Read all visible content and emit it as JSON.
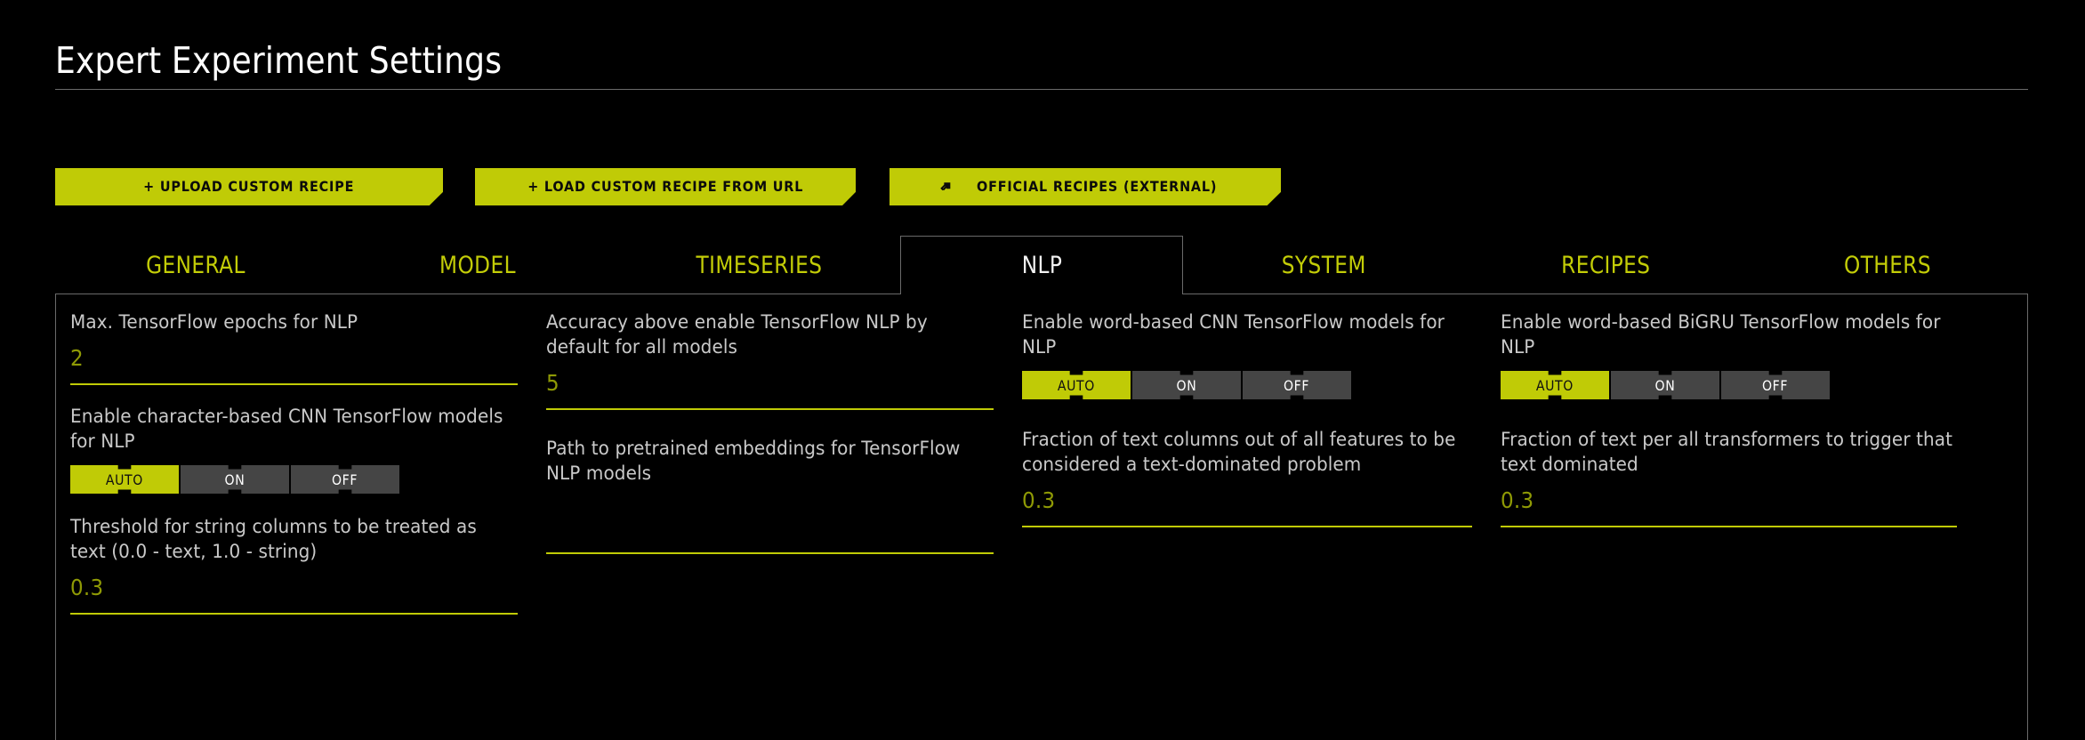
{
  "page": {
    "title": "Expert Experiment Settings"
  },
  "colors": {
    "accent": "#c0cb06",
    "accent_dim": "#8f9a05",
    "background": "#000000",
    "border": "#6a6a6a",
    "segment_off_bg": "#454545",
    "label_text": "#c9c9c9",
    "active_tab_text": "#f2f2f2"
  },
  "action_buttons": [
    {
      "label": "+ UPLOAD CUSTOM RECIPE",
      "icon": "plus-icon"
    },
    {
      "label": "+ LOAD CUSTOM RECIPE FROM URL",
      "icon": "plus-icon"
    },
    {
      "label": "OFFICIAL RECIPES (EXTERNAL)",
      "icon": "external-link-arrow-icon"
    }
  ],
  "tabs": [
    {
      "label": "GENERAL",
      "active": false
    },
    {
      "label": "MODEL",
      "active": false
    },
    {
      "label": "TIMESERIES",
      "active": false
    },
    {
      "label": "NLP",
      "active": true
    },
    {
      "label": "SYSTEM",
      "active": false
    },
    {
      "label": "RECIPES",
      "active": false
    },
    {
      "label": "OTHERS",
      "active": false
    }
  ],
  "segment_options": [
    "AUTO",
    "ON",
    "OFF"
  ],
  "columns": [
    {
      "fields": [
        {
          "type": "text",
          "label": "Max. TensorFlow epochs for NLP",
          "value": "2",
          "placeholder": ""
        },
        {
          "type": "segmented",
          "label": "Enable character-based CNN TensorFlow models for NLP",
          "options": [
            "AUTO",
            "ON",
            "OFF"
          ],
          "selected": "AUTO"
        },
        {
          "type": "text",
          "label": "Threshold for string columns to be treated as text (0.0 - text, 1.0 - string)",
          "value": "0.3",
          "placeholder": ""
        }
      ]
    },
    {
      "fields": [
        {
          "type": "text",
          "label": "Accuracy above enable TensorFlow NLP by default for all models",
          "value": "5",
          "placeholder": ""
        },
        {
          "type": "text",
          "label": "Path to pretrained embeddings for TensorFlow NLP models",
          "value": "",
          "placeholder": ""
        }
      ]
    },
    {
      "fields": [
        {
          "type": "segmented",
          "label": "Enable word-based CNN TensorFlow models for NLP",
          "options": [
            "AUTO",
            "ON",
            "OFF"
          ],
          "selected": "AUTO"
        },
        {
          "type": "text",
          "label": "Fraction of text columns out of all features to be considered a text-dominated problem",
          "value": "0.3",
          "placeholder": ""
        }
      ]
    },
    {
      "fields": [
        {
          "type": "segmented",
          "label": "Enable word-based BiGRU TensorFlow models for NLP",
          "options": [
            "AUTO",
            "ON",
            "OFF"
          ],
          "selected": "AUTO"
        },
        {
          "type": "text",
          "label": "Fraction of text per all transformers to trigger that text dominated",
          "value": "0.3",
          "placeholder": ""
        }
      ]
    }
  ]
}
